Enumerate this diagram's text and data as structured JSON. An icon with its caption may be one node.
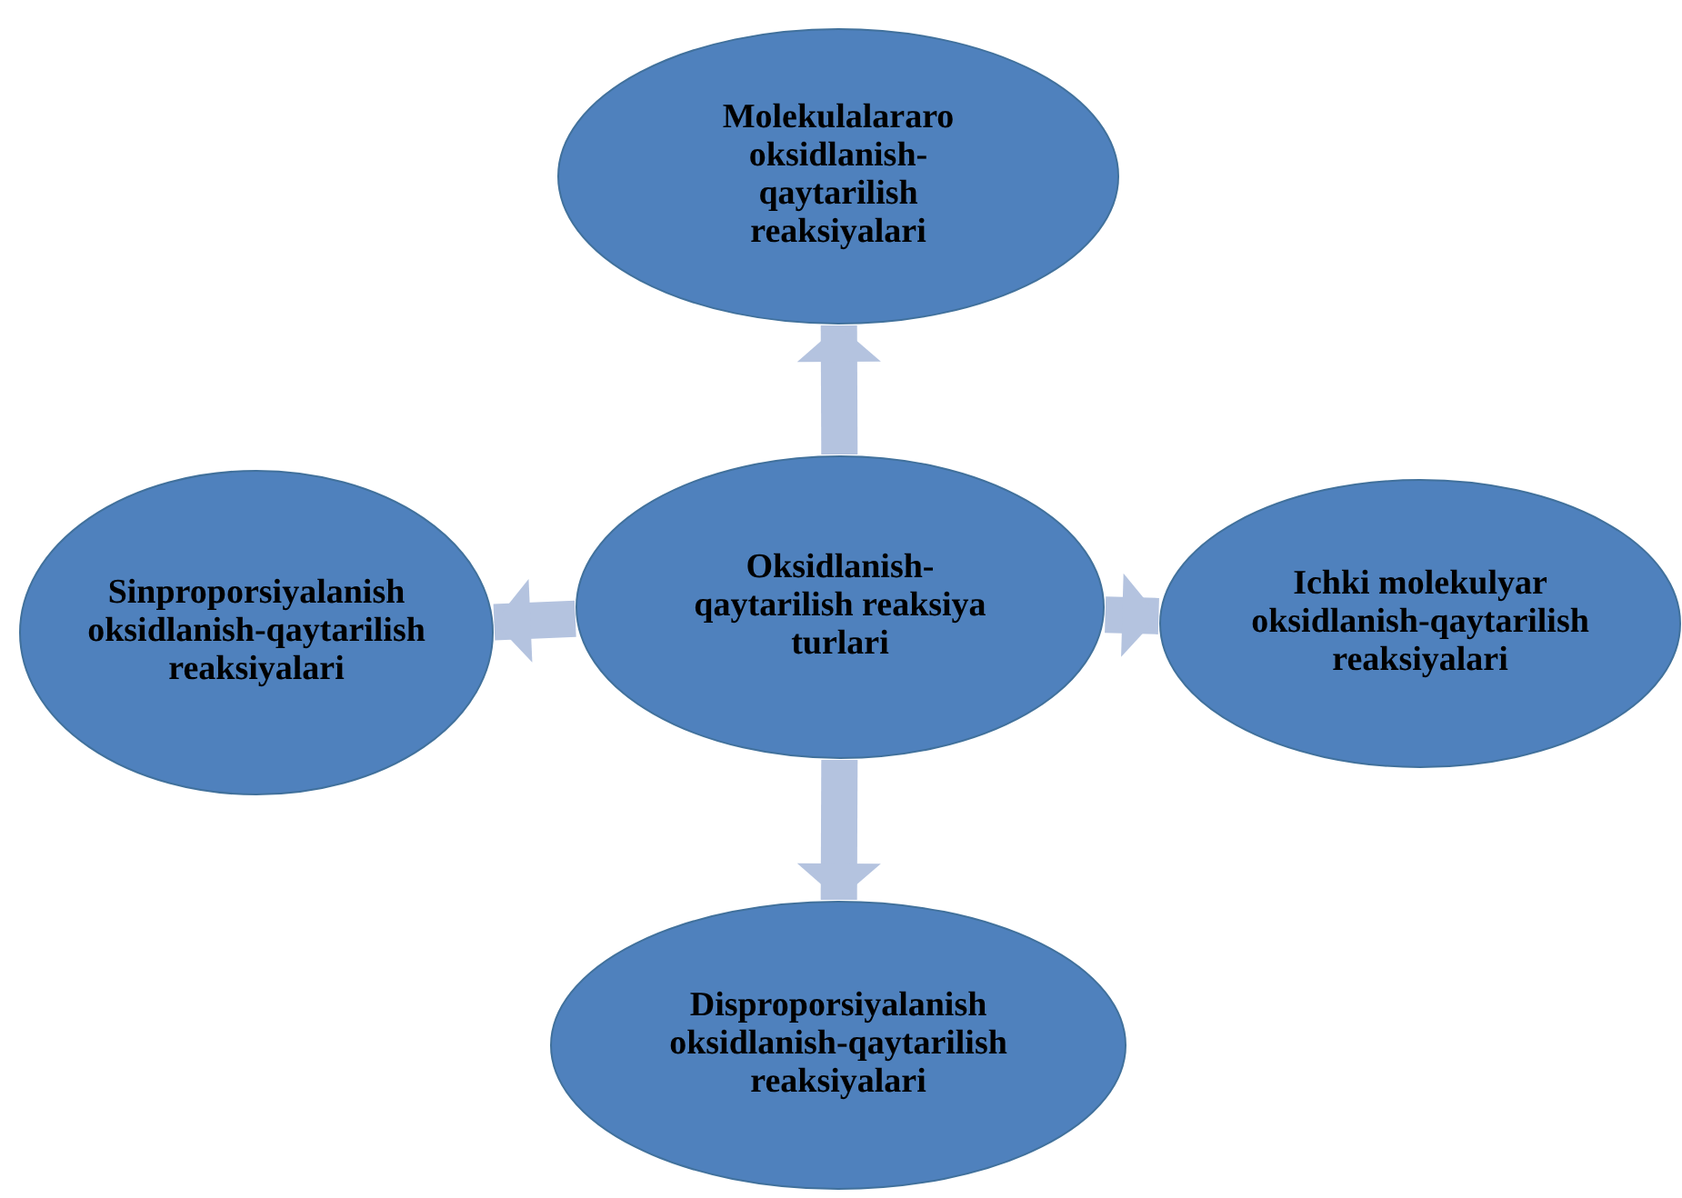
{
  "diagram": {
    "nodes": [
      {
        "text": [
          "Molekulalararo oksidlanish-qaytarilish reaksiyalari"
        ]
      },
      {
        "text": [
          "Sinproporsiyalanish oksidlanish-qaytarilish reaksiyalari"
        ]
      },
      {
        "text": [
          "Oksidlanish-qaytarilish reaksiya turlari"
        ]
      },
      {
        "text": [
          "Ichki molekulyar oksidlanish-qaytarilish reaksiyalari"
        ]
      },
      {
        "text": [
          "Disproporsiyalanish oksidlanish-qaytarilish reaksiyalari"
        ]
      }
    ],
    "edges": [
      {
        "from": 2,
        "to": 0,
        "arrow": "to"
      },
      {
        "from": 2,
        "to": 1,
        "arrow": "to"
      },
      {
        "from": 2,
        "to": 3,
        "arrow": "to"
      },
      {
        "from": 2,
        "to": 4,
        "arrow": "to"
      }
    ]
  }
}
